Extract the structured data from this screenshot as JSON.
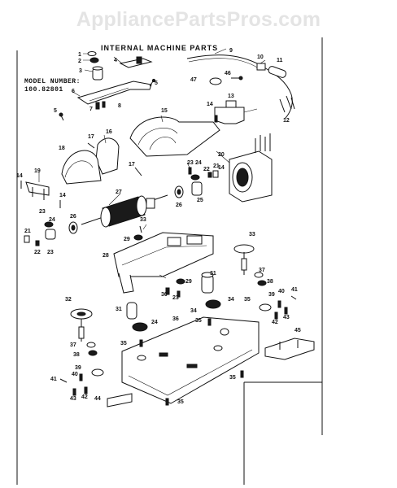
{
  "watermark": "AppliancePartsPros.com",
  "sheet_title": "INTERNAL MACHINE PARTS",
  "model_label": "MODEL NUMBER:",
  "model_number": "100.82801",
  "callouts": [
    {
      "id": "c1",
      "text": "1"
    },
    {
      "id": "c2",
      "text": "2"
    },
    {
      "id": "c3",
      "text": "3"
    },
    {
      "id": "c4",
      "text": "4"
    },
    {
      "id": "c5a",
      "text": "5"
    },
    {
      "id": "c5b",
      "text": "5"
    },
    {
      "id": "c6",
      "text": "6"
    },
    {
      "id": "c7",
      "text": "7"
    },
    {
      "id": "c8",
      "text": "8"
    },
    {
      "id": "c9",
      "text": "9"
    },
    {
      "id": "c10",
      "text": "10"
    },
    {
      "id": "c11",
      "text": "11"
    },
    {
      "id": "c12",
      "text": "12"
    },
    {
      "id": "c13",
      "text": "13"
    },
    {
      "id": "c14a",
      "text": "14"
    },
    {
      "id": "c14b",
      "text": "14"
    },
    {
      "id": "c14c",
      "text": "14"
    },
    {
      "id": "c14d",
      "text": "14"
    },
    {
      "id": "c15",
      "text": "15"
    },
    {
      "id": "c16",
      "text": "16"
    },
    {
      "id": "c17a",
      "text": "17"
    },
    {
      "id": "c17b",
      "text": "17"
    },
    {
      "id": "c18",
      "text": "18"
    },
    {
      "id": "c19",
      "text": "19"
    },
    {
      "id": "c20",
      "text": "20"
    },
    {
      "id": "c21a",
      "text": "21"
    },
    {
      "id": "c21b",
      "text": "21"
    },
    {
      "id": "c22a",
      "text": "22"
    },
    {
      "id": "c22b",
      "text": "22"
    },
    {
      "id": "c23a",
      "text": "23"
    },
    {
      "id": "c23b",
      "text": "23"
    },
    {
      "id": "c23c",
      "text": "23"
    },
    {
      "id": "c23d",
      "text": "23"
    },
    {
      "id": "c24a",
      "text": "24"
    },
    {
      "id": "c24b",
      "text": "24"
    },
    {
      "id": "c24c",
      "text": "24"
    },
    {
      "id": "c25",
      "text": "25"
    },
    {
      "id": "c26a",
      "text": "26"
    },
    {
      "id": "c26b",
      "text": "26"
    },
    {
      "id": "c27",
      "text": "27"
    },
    {
      "id": "c28",
      "text": "28"
    },
    {
      "id": "c29a",
      "text": "29"
    },
    {
      "id": "c29b",
      "text": "29"
    },
    {
      "id": "c30",
      "text": "30"
    },
    {
      "id": "c31a",
      "text": "31"
    },
    {
      "id": "c31b",
      "text": "31"
    },
    {
      "id": "c32",
      "text": "32"
    },
    {
      "id": "c33a",
      "text": "33"
    },
    {
      "id": "c33b",
      "text": "33"
    },
    {
      "id": "c34a",
      "text": "34"
    },
    {
      "id": "c34b",
      "text": "34"
    },
    {
      "id": "c35a",
      "text": "35"
    },
    {
      "id": "c35b",
      "text": "35"
    },
    {
      "id": "c35c",
      "text": "35"
    },
    {
      "id": "c35d",
      "text": "35"
    },
    {
      "id": "c35e",
      "text": "35"
    },
    {
      "id": "c36",
      "text": "36"
    },
    {
      "id": "c37a",
      "text": "37"
    },
    {
      "id": "c37b",
      "text": "37"
    },
    {
      "id": "c38a",
      "text": "38"
    },
    {
      "id": "c38b",
      "text": "38"
    },
    {
      "id": "c39a",
      "text": "39"
    },
    {
      "id": "c39b",
      "text": "39"
    },
    {
      "id": "c40a",
      "text": "40"
    },
    {
      "id": "c40b",
      "text": "40"
    },
    {
      "id": "c41a",
      "text": "41"
    },
    {
      "id": "c41b",
      "text": "41"
    },
    {
      "id": "c42a",
      "text": "42"
    },
    {
      "id": "c42b",
      "text": "42"
    },
    {
      "id": "c43a",
      "text": "43"
    },
    {
      "id": "c43b",
      "text": "43"
    },
    {
      "id": "c44",
      "text": "44"
    },
    {
      "id": "c45",
      "text": "45"
    },
    {
      "id": "c46",
      "text": "46"
    },
    {
      "id": "c47",
      "text": "47"
    }
  ]
}
